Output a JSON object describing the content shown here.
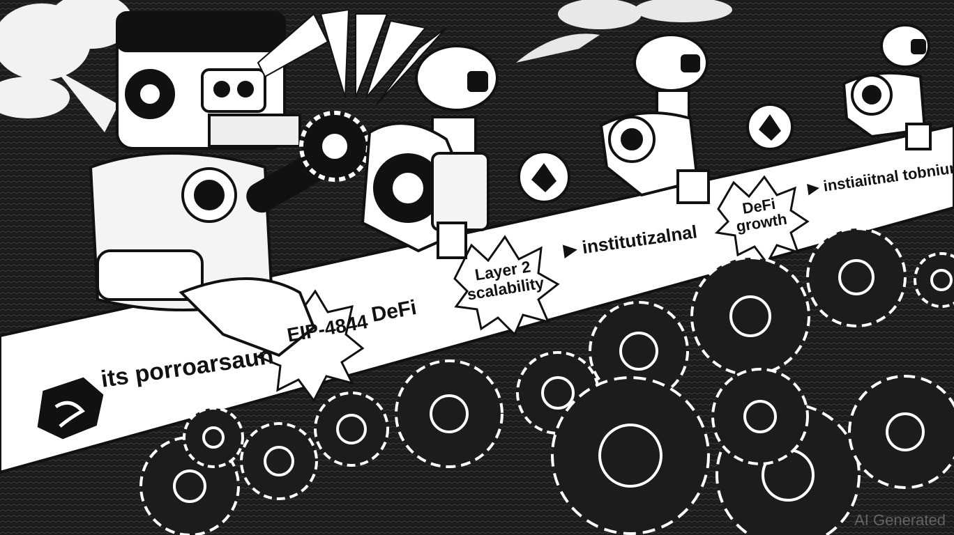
{
  "labels": {
    "left_banner": "its porroarsaun",
    "eip": "EIP-4844",
    "defi_1": "DeFi",
    "layer2_line1": "Layer 2",
    "layer2_line2": "scalability",
    "institutional_1": "▶ institutizalnal",
    "defi_2_line1": "DeFi",
    "defi_2_line2": "growth",
    "institutional_2": "▶ instiaiitnal tobniunzi"
  },
  "watermark": "AI Generated",
  "colors": {
    "background": "#1a1a1a",
    "ribbon": "#ffffff",
    "ink": "#111111"
  },
  "icons": [
    "robot-icon",
    "gear-icon",
    "coin-icon",
    "shield-icon",
    "cloud-icon"
  ]
}
